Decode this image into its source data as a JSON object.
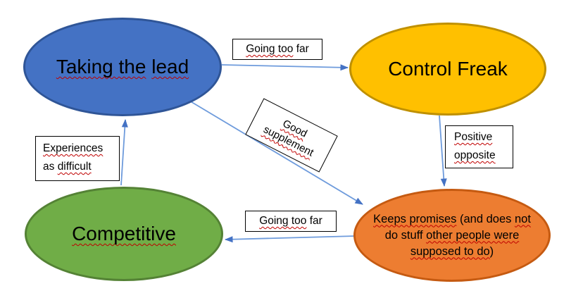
{
  "colors": {
    "node_blue_fill": "#4472C4",
    "node_blue_border": "#2F5597",
    "node_yellow_fill": "#FFC000",
    "node_yellow_border": "#BF9000",
    "node_green_fill": "#70AD47",
    "node_green_border": "#548235",
    "node_orange_fill": "#ED7D31",
    "node_orange_border": "#C55A11",
    "arrow_line": "#6E9BDC",
    "arrow_head": "#4472C4",
    "spellcheck_underline": "#C00000"
  },
  "nodes": {
    "taking_the_lead": {
      "w1": "Taking the",
      "sep": " ",
      "w2": "lead"
    },
    "control_freak": {
      "label": "Control Freak"
    },
    "competitive": {
      "label": "Competitive"
    },
    "keeps_promises": {
      "l1a": "Keeps promises",
      "l1b": " (and does ",
      "l1c": "not",
      "l2a": "do stuff ",
      "l2b": "other people were",
      "l3a": "supposed to do",
      "l3b": ")"
    }
  },
  "edge_labels": {
    "going_top": {
      "w": "Going too",
      "rest": " far"
    },
    "good_supplement": {
      "l1": "Good",
      "l2": "supplement"
    },
    "positive_opposite": {
      "l1": "Positive",
      "l2": "opposite"
    },
    "experiences": {
      "l1": "Experiences",
      "l2a": "as ",
      "l2b": "difficult"
    },
    "going_bottom": {
      "w": "Going too",
      "rest": " far"
    }
  }
}
